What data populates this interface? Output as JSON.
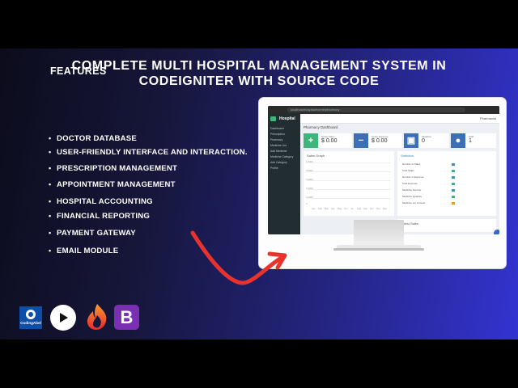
{
  "headline": {
    "line1": "COMPLETE MULTI HOSPITAL MANAGEMENT SYSTEM IN",
    "line2": "CODEIGNITER WITH SOURCE CODE"
  },
  "features_title": "FEATURES",
  "features": [
    "DOCTOR DATABASE",
    "USER-FRIENDLY INTERFACE AND INTERACTION.",
    "PRESCRIPTION MANAGEMENT",
    "APPOINTMENT MANAGEMENT",
    "HOSPITAL ACCOUNTING",
    "FINANCIAL REPORTING",
    "PAYMENT GATEWAY",
    "EMAIL MODULE"
  ],
  "bullet": "•",
  "screen": {
    "url": "localhost/hospital/home/pharmacy",
    "app_name": "Hospital",
    "user": "Pharmacist",
    "breadcrumb": "Pharmacy Dashboard",
    "sidebar_items": [
      "Dashboard",
      "Prescription",
      "Pharmacy",
      "Medicine List",
      "Add Medicine",
      "Medicine Category",
      "Add Category",
      "Profile"
    ],
    "stats": [
      {
        "caption": "Today Sales",
        "value": "$ 0.00",
        "icon": "+",
        "color": "#3fb57c"
      },
      {
        "caption": "Today Expense",
        "value": "$ 0.00",
        "icon": "−",
        "color": "#3c6fb6"
      },
      {
        "caption": "Medicine",
        "value": "0",
        "icon": "▣",
        "color": "#3c6fb6"
      },
      {
        "caption": "Staff",
        "value": "1",
        "icon": "●",
        "color": "#3c6fb6"
      }
    ],
    "sales_panel_title": "Sales Graph",
    "sales_y_ticks": [
      "1.0000",
      "0.8000",
      "0.6000",
      "0.4000",
      "0.2000",
      "0"
    ],
    "sales_x_ticks": [
      "Jan",
      "Feb",
      "Mar",
      "Apr",
      "May",
      "Jun",
      "Jul",
      "Aug",
      "Sep",
      "Oct",
      "Nov",
      "Dec"
    ],
    "stats_panel_title": "Statistics",
    "stats_rows": [
      "Number of Sales",
      "Total Sales",
      "Number of Expense",
      "Total Expense",
      "Medicine Number",
      "Medicine Quantity",
      "Medicine out of stock"
    ],
    "latest_title": "Latest Sales"
  },
  "logos": {
    "codingabel_text": "CodingAbel",
    "bootstrap_letter": "B"
  },
  "colors": {
    "banner_dark": "#0c0c1c",
    "banner_light": "#3333d2",
    "arrow": "#e8322d",
    "youtube_bg": "#ffffff",
    "bootstrap": "#7b2fb3"
  },
  "icons": [
    "codingabel-logo-icon",
    "youtube-icon",
    "codeigniter-flame-icon",
    "bootstrap-icon",
    "curved-arrow-icon"
  ]
}
